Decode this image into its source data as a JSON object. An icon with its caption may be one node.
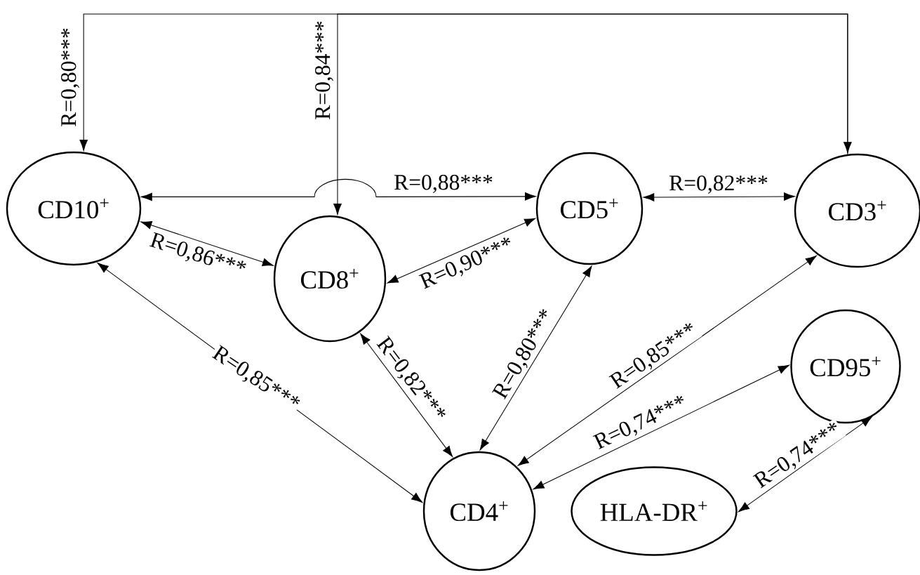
{
  "diagram": {
    "nodes": [
      {
        "text": [
          "CD10$^{+}$"
        ]
      },
      {
        "text": [
          "CD5$^{+}$"
        ]
      },
      {
        "text": [
          "CD3$^{+}$"
        ]
      },
      {
        "text": [
          "CD8$^{+}$"
        ]
      },
      {
        "text": [
          "CD95$^{+}$"
        ]
      },
      {
        "text": [
          "CD4$^{+}$"
        ]
      },
      {
        "text": [
          "HLA-DR$^{+}$"
        ]
      }
    ],
    "edges": [
      {
        "from": 2,
        "to": 0,
        "arrow": "both",
        "label": "R=0,80***"
      },
      {
        "from": 2,
        "to": 3,
        "arrow": "to",
        "label": "R=0,84***"
      },
      {
        "from": 0,
        "to": 1,
        "arrow": "both",
        "label": "R=0,88***"
      },
      {
        "from": 1,
        "to": 2,
        "arrow": "both",
        "label": "R=0,82***"
      },
      {
        "from": 0,
        "to": 3,
        "arrow": "both",
        "label": "R=0,86***"
      },
      {
        "from": 1,
        "to": 3,
        "arrow": "both",
        "label": "R=0,90***"
      },
      {
        "from": 0,
        "to": 5,
        "arrow": "both",
        "label": "R=0,85***"
      },
      {
        "from": 3,
        "to": 5,
        "arrow": "both",
        "label": "R=0,82***"
      },
      {
        "from": 1,
        "to": 5,
        "arrow": "both",
        "label": "R=0,80***"
      },
      {
        "from": 2,
        "to": 5,
        "arrow": "both",
        "label": "R=0,85***"
      },
      {
        "from": 4,
        "to": 5,
        "arrow": "both",
        "label": "R=0,74***"
      },
      {
        "from": 4,
        "to": 6,
        "arrow": "both",
        "label": "R=0,74***"
      }
    ]
  }
}
